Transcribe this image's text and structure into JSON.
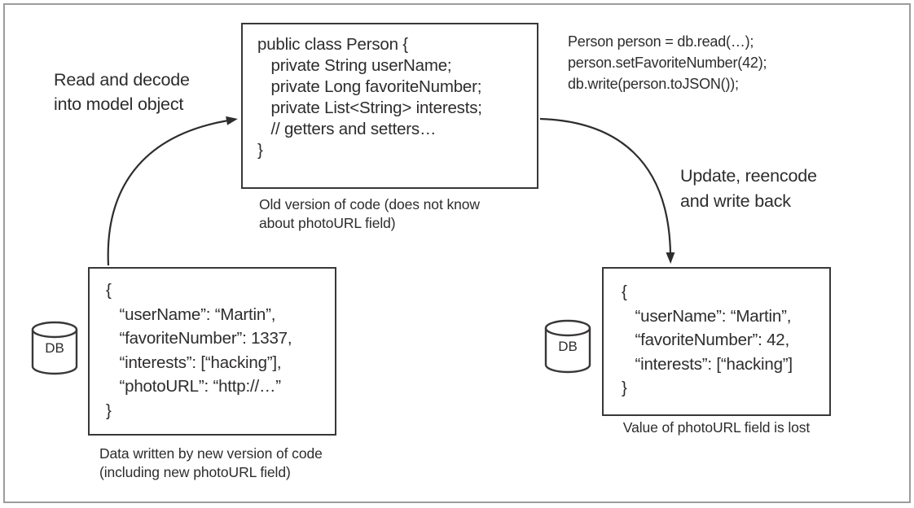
{
  "labels": {
    "read_decode": "Read and decode\ninto model object",
    "update_write": "Update, reencode\nand write back"
  },
  "class_box": {
    "lines": [
      "public class Person {",
      "   private String userName;",
      "   private Long favoriteNumber;",
      "   private List<String> interests;",
      "   // getters and setters…",
      "}"
    ],
    "caption": "Old version of code (does not know\nabout photoURL field)"
  },
  "update_code": {
    "lines": [
      "Person person = db.read(…);",
      "person.setFavoriteNumber(42);",
      "db.write(person.toJSON());"
    ]
  },
  "db_old": {
    "db_label": "DB",
    "json_lines": [
      "{",
      "   “userName”: “Martin”,",
      "   “favoriteNumber”: 1337,",
      "   “interests”: [“hacking”],",
      "   “photoURL”: “http://…”",
      "}"
    ],
    "caption": "Data written by new version of code\n(including new photoURL field)"
  },
  "db_new": {
    "db_label": "DB",
    "json_lines": [
      "{",
      "   “userName”: “Martin”,",
      "   “favoriteNumber”: 42,",
      "   “interests”: [“hacking”]",
      "}"
    ],
    "caption": "Value of photoURL field is lost"
  },
  "colors": {
    "ink": "#2e2c2d",
    "box_border": "#3a3738",
    "outer_frame": "#9c9c9c",
    "background": "#ffffff"
  }
}
